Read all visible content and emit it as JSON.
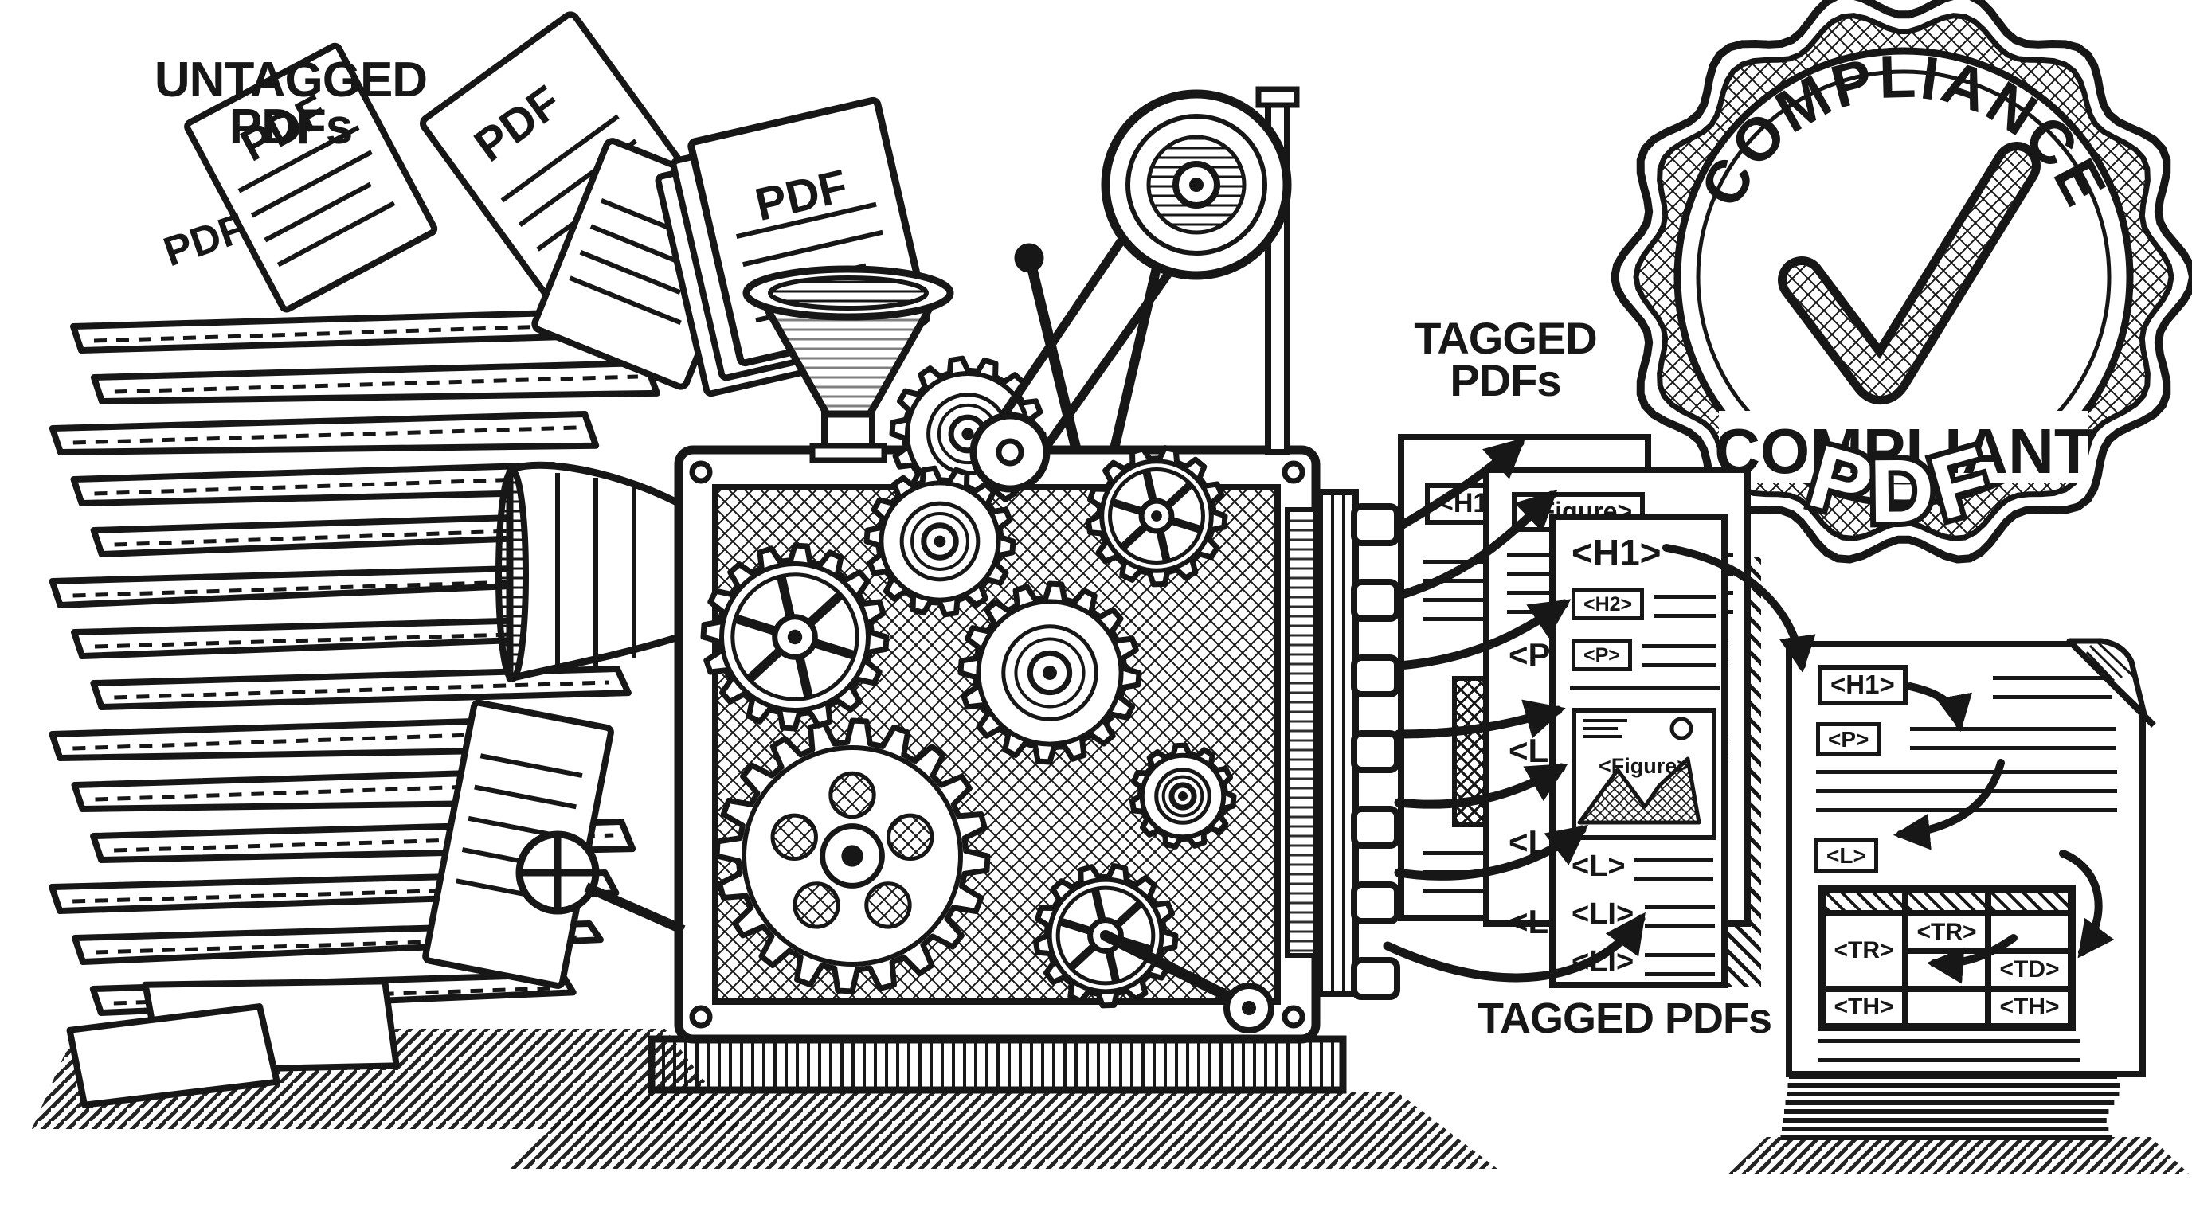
{
  "illustration": {
    "colors": {
      "ink": "#171717",
      "paper": "#ffffff"
    },
    "labels": {
      "untagged_line1": "UNTAGGED",
      "untagged_line2": "PDFs",
      "tagged_line1": "TAGGED",
      "tagged_line2": "PDFs",
      "tagged_caption": "TAGGED PDFs",
      "pdf": "PDF"
    },
    "tags": {
      "h1": "<H1>",
      "h2": "<H2>",
      "p": "<P>",
      "figure": "<Figure>",
      "l": "<L>",
      "li": "<LI>",
      "tr": "<TR>",
      "td": "<TD>",
      "th": "<TH>"
    },
    "badge": {
      "arc": "COMPLIANCE",
      "word": "COMPLIANT",
      "sub": "PDF"
    }
  }
}
